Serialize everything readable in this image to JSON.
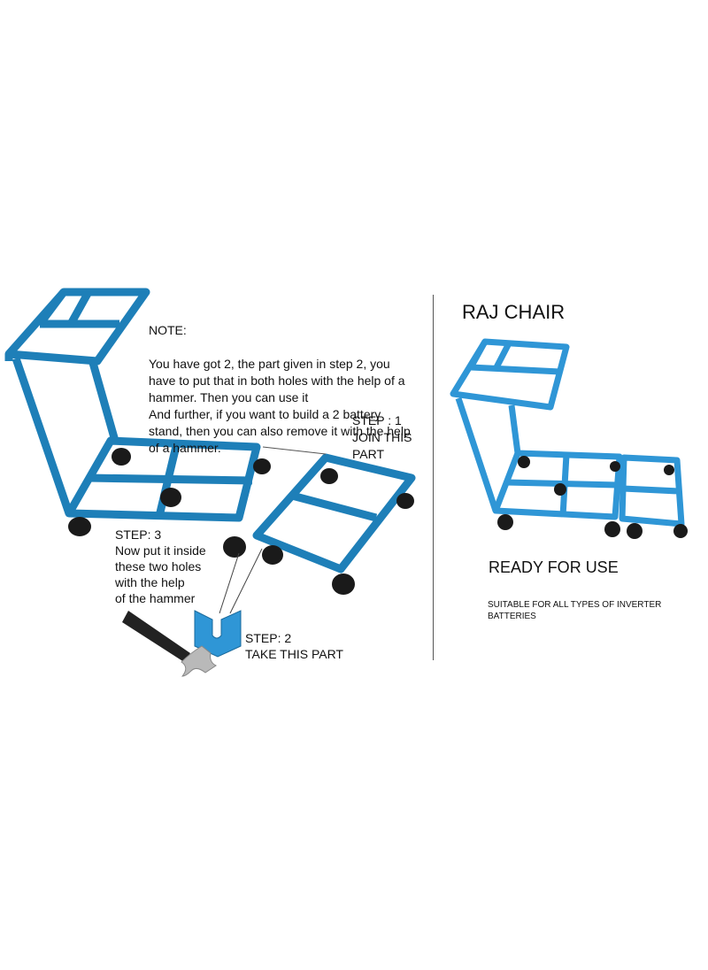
{
  "left_panel": {
    "note_heading": "NOTE:",
    "note_body": "You have got 2, the part given in step 2, you have to put that in both holes with the help of a hammer. Then you can use it\nAnd further, if you want to build a 2 battery stand, then you can also remove it with the help of a hammer.",
    "step1": "STEP : 1\nJOIN THIS\nPART",
    "step3": "STEP: 3\nNow put it inside\n these two holes\n with the help\n of the hammer",
    "step2": "STEP: 2\nTAKE THIS PART"
  },
  "right_panel": {
    "title": "RAJ CHAIR",
    "ready": "READY FOR USE",
    "suitable": "SUITABLE FOR ALL TYPES OF INVERTER BATTERIES"
  },
  "colors": {
    "frame_blue": "#1e7fb8",
    "frame_blue_light": "#2f96d6",
    "wheel": "#1a1a1a",
    "hammer_handle": "#222222",
    "hammer_head": "#b9b9b9"
  }
}
